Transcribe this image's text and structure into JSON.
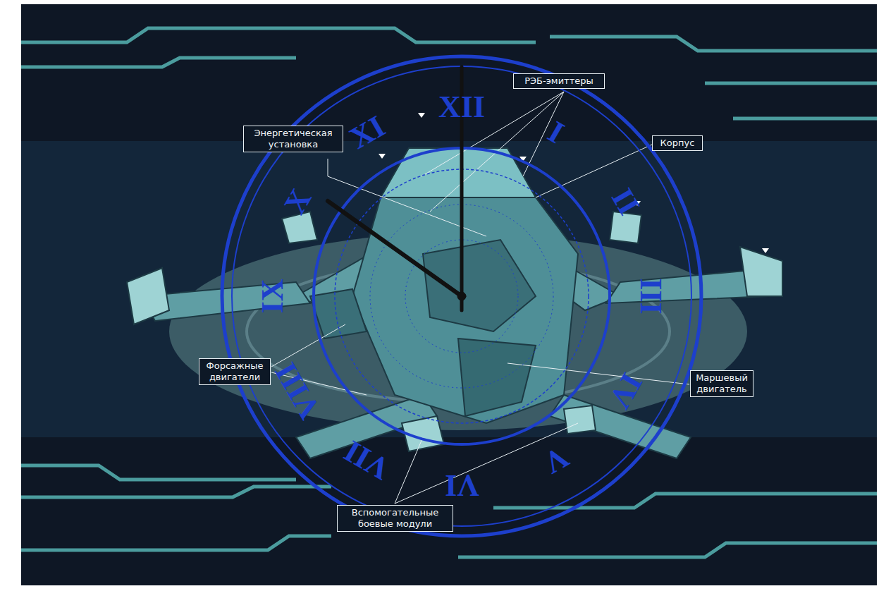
{
  "diagram": {
    "nodes": [
      {
        "text": [
          "РЭБ-эмиттеры"
        ]
      },
      {
        "text": [
          "Энергетическая установка"
        ]
      },
      {
        "text": [
          "Корпус"
        ]
      },
      {
        "text": [
          "Форсажные двигатели"
        ]
      },
      {
        "text": [
          "Маршевый двигатель"
        ]
      },
      {
        "text": [
          "Вспомогательные боевые модули"
        ]
      }
    ],
    "labels": [
      "XII",
      "I",
      "II",
      "III",
      "IV",
      "V",
      "VI",
      "VII",
      "VIII",
      "IX",
      "X",
      "XI"
    ]
  }
}
